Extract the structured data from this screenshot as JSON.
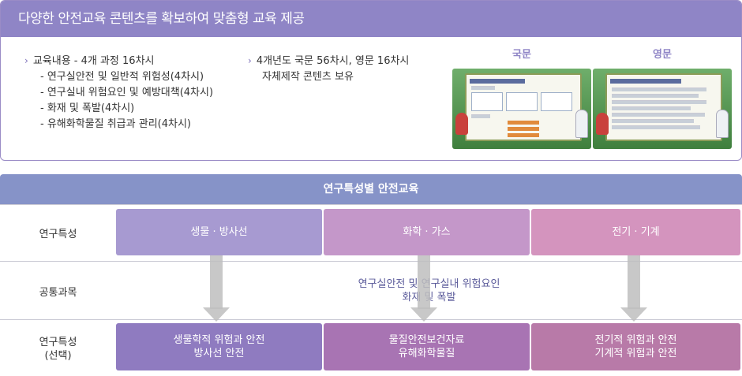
{
  "top": {
    "title": "다양한 안전교육 콘텐츠를 확보하여 맞춤형 교육 제공",
    "left_list": {
      "main": "교육내용 - 4개 과정 16차시",
      "items": [
        "-  연구실안전 및 일반적 위험성(4차시)",
        "-  연구실내 위험요인 및 예방대책(4차시)",
        "-  화재 및 폭발(4차시)",
        "-  유해화학물질 취급과 관리(4차시)"
      ]
    },
    "right_list": {
      "line1": "4개년도 국문 56차시, 영문 16차시",
      "line2": "자체제작 콘텐츠 보유"
    },
    "thumbs": {
      "korean": "국문",
      "english": "영문"
    },
    "bullet_glyph": "›"
  },
  "bottom": {
    "title": "연구특성별 안전교육",
    "rows": {
      "characteristics": "연구특성",
      "common": "공통과목",
      "selected_line1": "연구특성",
      "selected_line2": "(선택)"
    },
    "categories": [
      "생물 · 방사선",
      "화학 · 가스",
      "전기 · 기계"
    ],
    "common_line1": "연구실안전 및 연구실내 위험요인",
    "common_line2": "화재 및 폭발",
    "electives": [
      {
        "line1": "생물학적 위험과 안전",
        "line2": "방사선 안전"
      },
      {
        "line1": "물질안전보건자료",
        "line2": "유해화학물질"
      },
      {
        "line1": "전기적 위험과 안전",
        "line2": "기계적 위험과 안전"
      }
    ]
  },
  "colors": {
    "header_purple": "#8f85c6",
    "section_blue": "#8693c8",
    "cat1": "#a79ad1",
    "cat2": "#c497c9",
    "cat3": "#d494be",
    "elec1": "#8f7bc0",
    "elec2": "#a874b3",
    "elec3": "#b87aa8"
  }
}
